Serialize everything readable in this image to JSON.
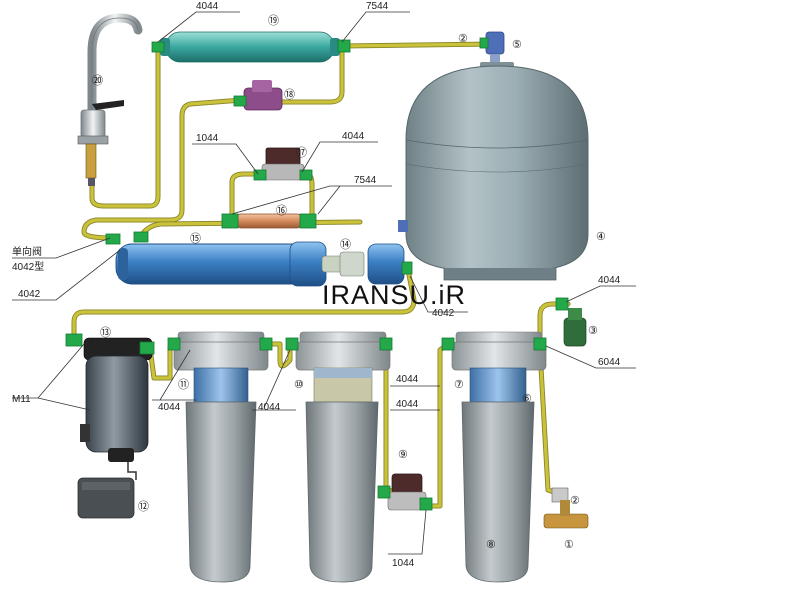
{
  "watermark": "IRANSU.iR",
  "labels": {
    "l4044_top": "4044",
    "l7544_top": "7544",
    "l1044_a": "1044",
    "l4044_b": "4044",
    "l7544_b": "7544",
    "l_checkvalve": "单向阀",
    "l4042_type": "4042型",
    "l4042_a": "4042",
    "l4042_b": "4042",
    "l4044_c": "4044",
    "l6044": "6044",
    "lM11": "M11",
    "l4044_d": "4044",
    "l4044_e": "4044",
    "l4044_f": "4044",
    "l4044_g": "4044",
    "l1044_b": "1044"
  },
  "callouts": {
    "n1": "①",
    "n2a": "②",
    "n2b": "②",
    "n3": "③",
    "n4": "④",
    "n5": "⑤",
    "n6": "⑥",
    "n7": "⑦",
    "n8": "⑧",
    "n9": "⑨",
    "n10": "⑩",
    "n11": "⑪",
    "n12": "⑫",
    "n13": "⑬",
    "n14": "⑭",
    "n15": "⑮",
    "n16": "⑯",
    "n17": "⑰",
    "n18": "⑱",
    "n19": "⑲",
    "n20": "⑳"
  },
  "colors": {
    "tube": "#c9c23a",
    "fitting": "#23a84a",
    "tank": "#8d9fa4",
    "housing": "#9aa2a6",
    "membrane": "#3b7fc4",
    "postfilter": "#3aa8a0",
    "pump": "#4a5560"
  }
}
